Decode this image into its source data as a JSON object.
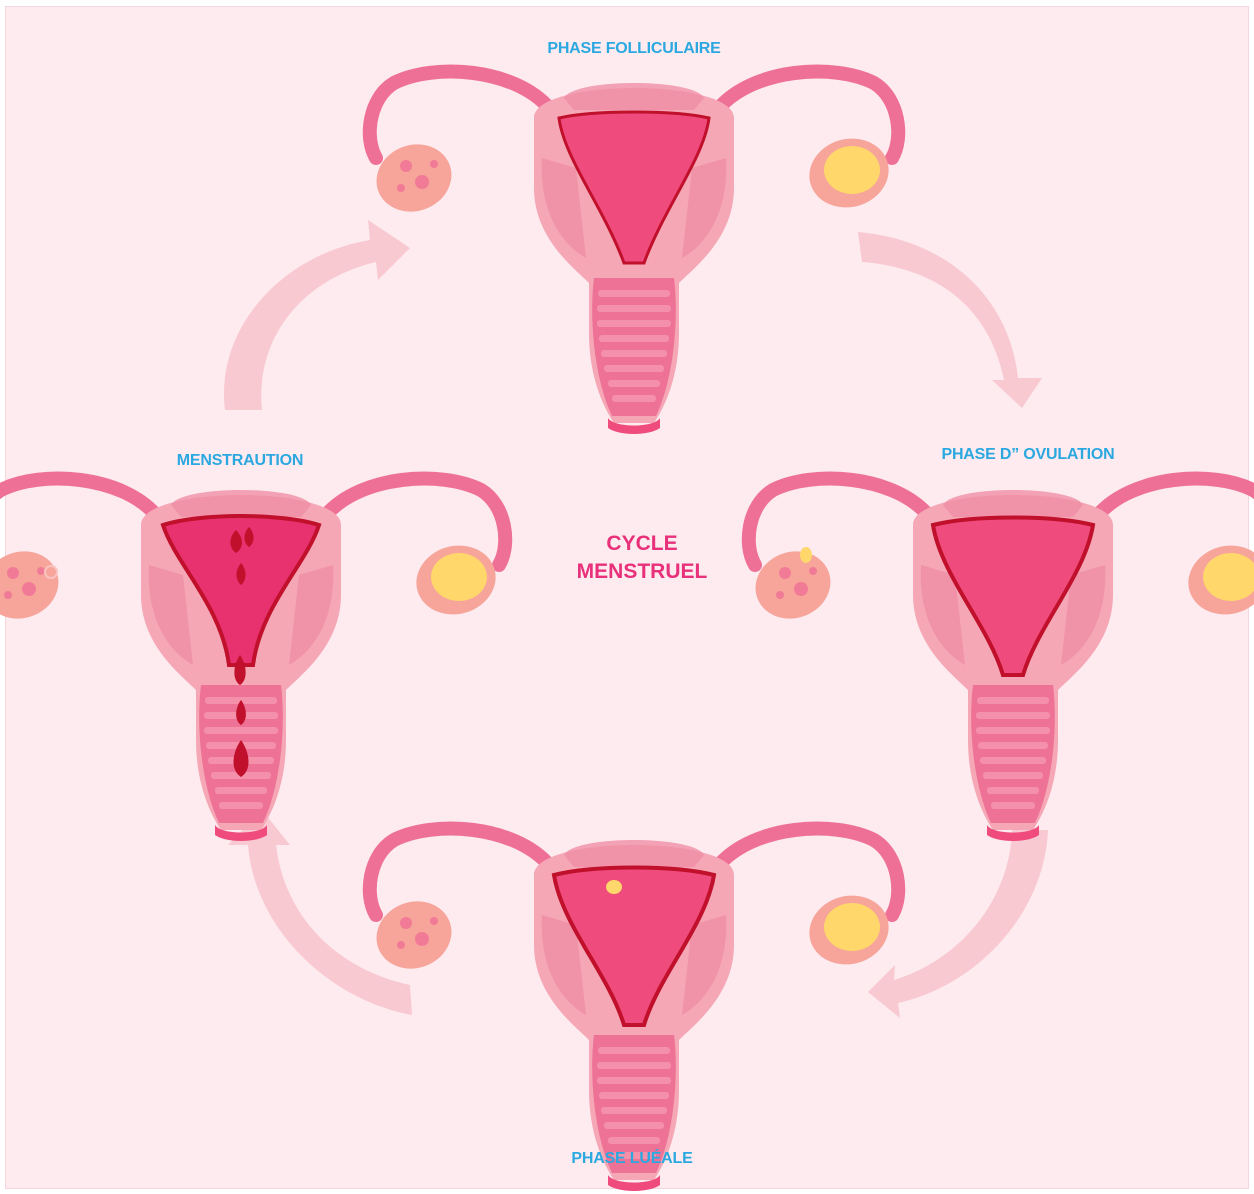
{
  "center": {
    "line1": "CYCLE",
    "line2": "MENSTRUEL"
  },
  "phases": [
    {
      "label": "PHASE FOLLICULAIRE",
      "variant": "follicular"
    },
    {
      "label": "PHASE D” OVULATION",
      "variant": "ovulation"
    },
    {
      "label": "PHASE LUÉALE",
      "variant": "luteal"
    },
    {
      "label": "MENSTRAUTION",
      "variant": "menstruation"
    }
  ],
  "colors": {
    "background": "#fdebef",
    "label": "#2ba8e0",
    "title": "#e8317a",
    "uterus_outer": "#f5a7b6",
    "uterus_inner": "#ef4c7d",
    "tube": "#ef7096",
    "ovary": "#f7a49a",
    "follicle_mature": "#ffd76b",
    "blood": "#c0102b",
    "arrow": "#f9c9d1"
  }
}
